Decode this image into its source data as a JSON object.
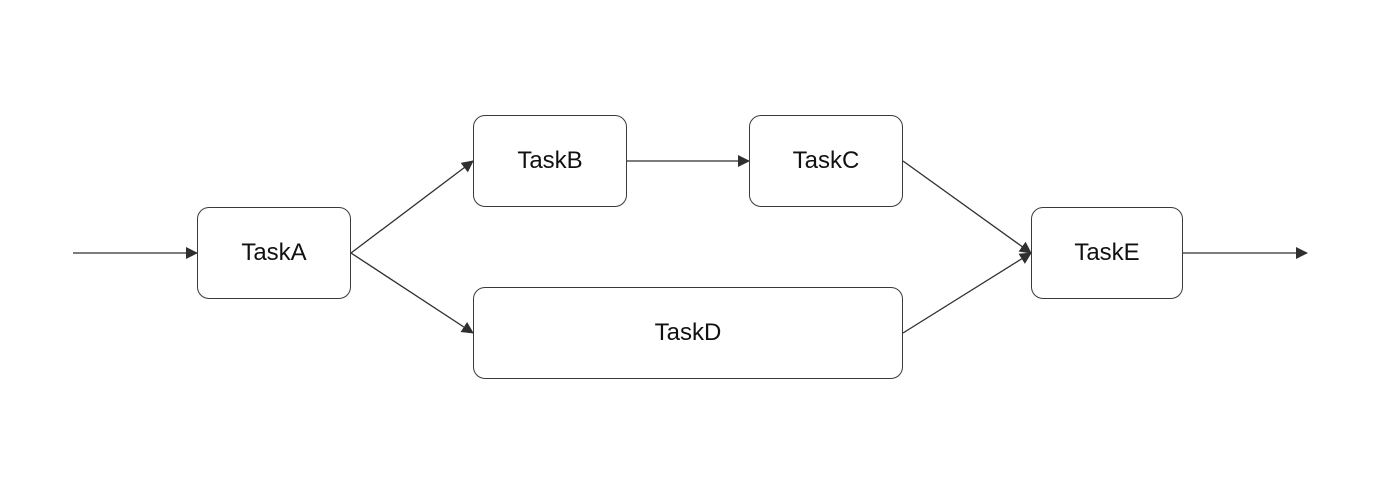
{
  "diagram": {
    "nodes": {
      "a": {
        "label": "TaskA"
      },
      "b": {
        "label": "TaskB"
      },
      "c": {
        "label": "TaskC"
      },
      "d": {
        "label": "TaskD"
      },
      "e": {
        "label": "TaskE"
      }
    },
    "edges": [
      {
        "from": "input",
        "to": "a"
      },
      {
        "from": "a",
        "to": "b"
      },
      {
        "from": "a",
        "to": "d"
      },
      {
        "from": "b",
        "to": "c"
      },
      {
        "from": "c",
        "to": "e"
      },
      {
        "from": "d",
        "to": "e"
      },
      {
        "from": "e",
        "to": "output"
      }
    ],
    "colors": {
      "stroke": "#2f2f2f",
      "border": "#3a3a3a",
      "text": "#111111",
      "background": "#ffffff"
    }
  }
}
